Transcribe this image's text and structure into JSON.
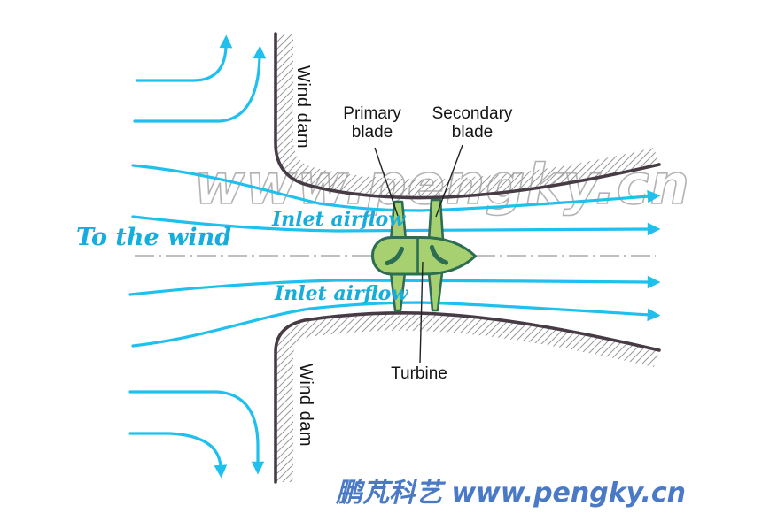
{
  "diagram": {
    "labels": {
      "wind_dam": "Wind dam",
      "primary_blade": "Primary blade",
      "secondary_blade": "Secondary blade",
      "turbine": "Turbine",
      "to_the_wind": "To the wind",
      "inlet_airflow": "Inlet airflow"
    },
    "watermark": "www.pengky.cn",
    "footer": "鹏芃科艺 www.pengky.cn",
    "colors": {
      "flow_line": "#1ec0ee",
      "flow_text": "#14addc",
      "dam_outline": "#473b46",
      "hatch": "#999999",
      "turbine_fill": "#a7d170",
      "turbine_outline": "#2d6d53",
      "centerline": "#9a9a9a",
      "watermark_outline": "#b3b3b3",
      "footer_text": "#4a7ac6",
      "label_text": "#141414"
    }
  }
}
